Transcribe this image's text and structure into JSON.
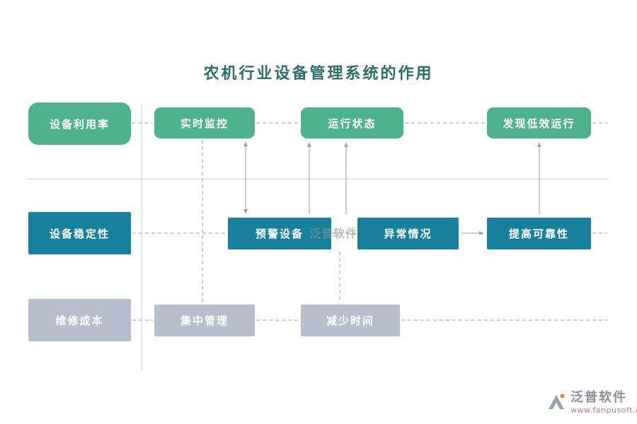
{
  "title": "农机行业设备管理系统的作用",
  "colors": {
    "green": "#4FB28E",
    "teal": "#17819D",
    "gray": "#B7BECE",
    "title_color": "#2A6F6C"
  },
  "lanes": [
    {
      "header": "设备利用率",
      "nodes": [
        "实时监控",
        "运行状态",
        "发现低效运行"
      ]
    },
    {
      "header": "设备稳定性",
      "nodes": [
        "预警设备",
        "异常情况",
        "提高可靠性"
      ]
    },
    {
      "header": "维修成本",
      "nodes": [
        "集中管理",
        "减少时间"
      ]
    }
  ],
  "watermark": {
    "center_text": "泛普软件",
    "brand": "泛普软件",
    "website": "www.fanpusoft.com"
  }
}
